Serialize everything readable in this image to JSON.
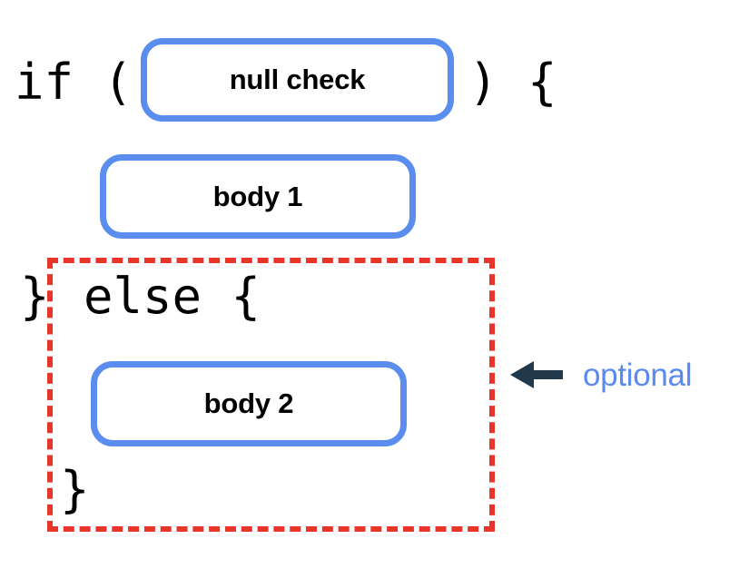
{
  "diagram": {
    "type": "code-structure-diagram",
    "title": "if / else null check structure",
    "colors": {
      "box_border_blue": "#5B8DEF",
      "optional_outline_red": "#E8352A",
      "arrow_dark": "#22394B",
      "label_blue": "#5A8AEE",
      "code_text": "#000000",
      "background": "#FFFFFF"
    },
    "code": {
      "if_open": "if (",
      "if_close": ") {",
      "brace_close_if": "}",
      "else_keyword": "else {",
      "brace_close_else": "}"
    },
    "boxes": [
      {
        "id": "null-check",
        "label": "null check"
      },
      {
        "id": "body-1",
        "label": "body 1"
      },
      {
        "id": "body-2",
        "label": "body 2"
      }
    ],
    "annotation": {
      "arrow_icon": "arrow-left-icon",
      "label": "optional",
      "points_to": "else-block-dashed-region"
    }
  }
}
